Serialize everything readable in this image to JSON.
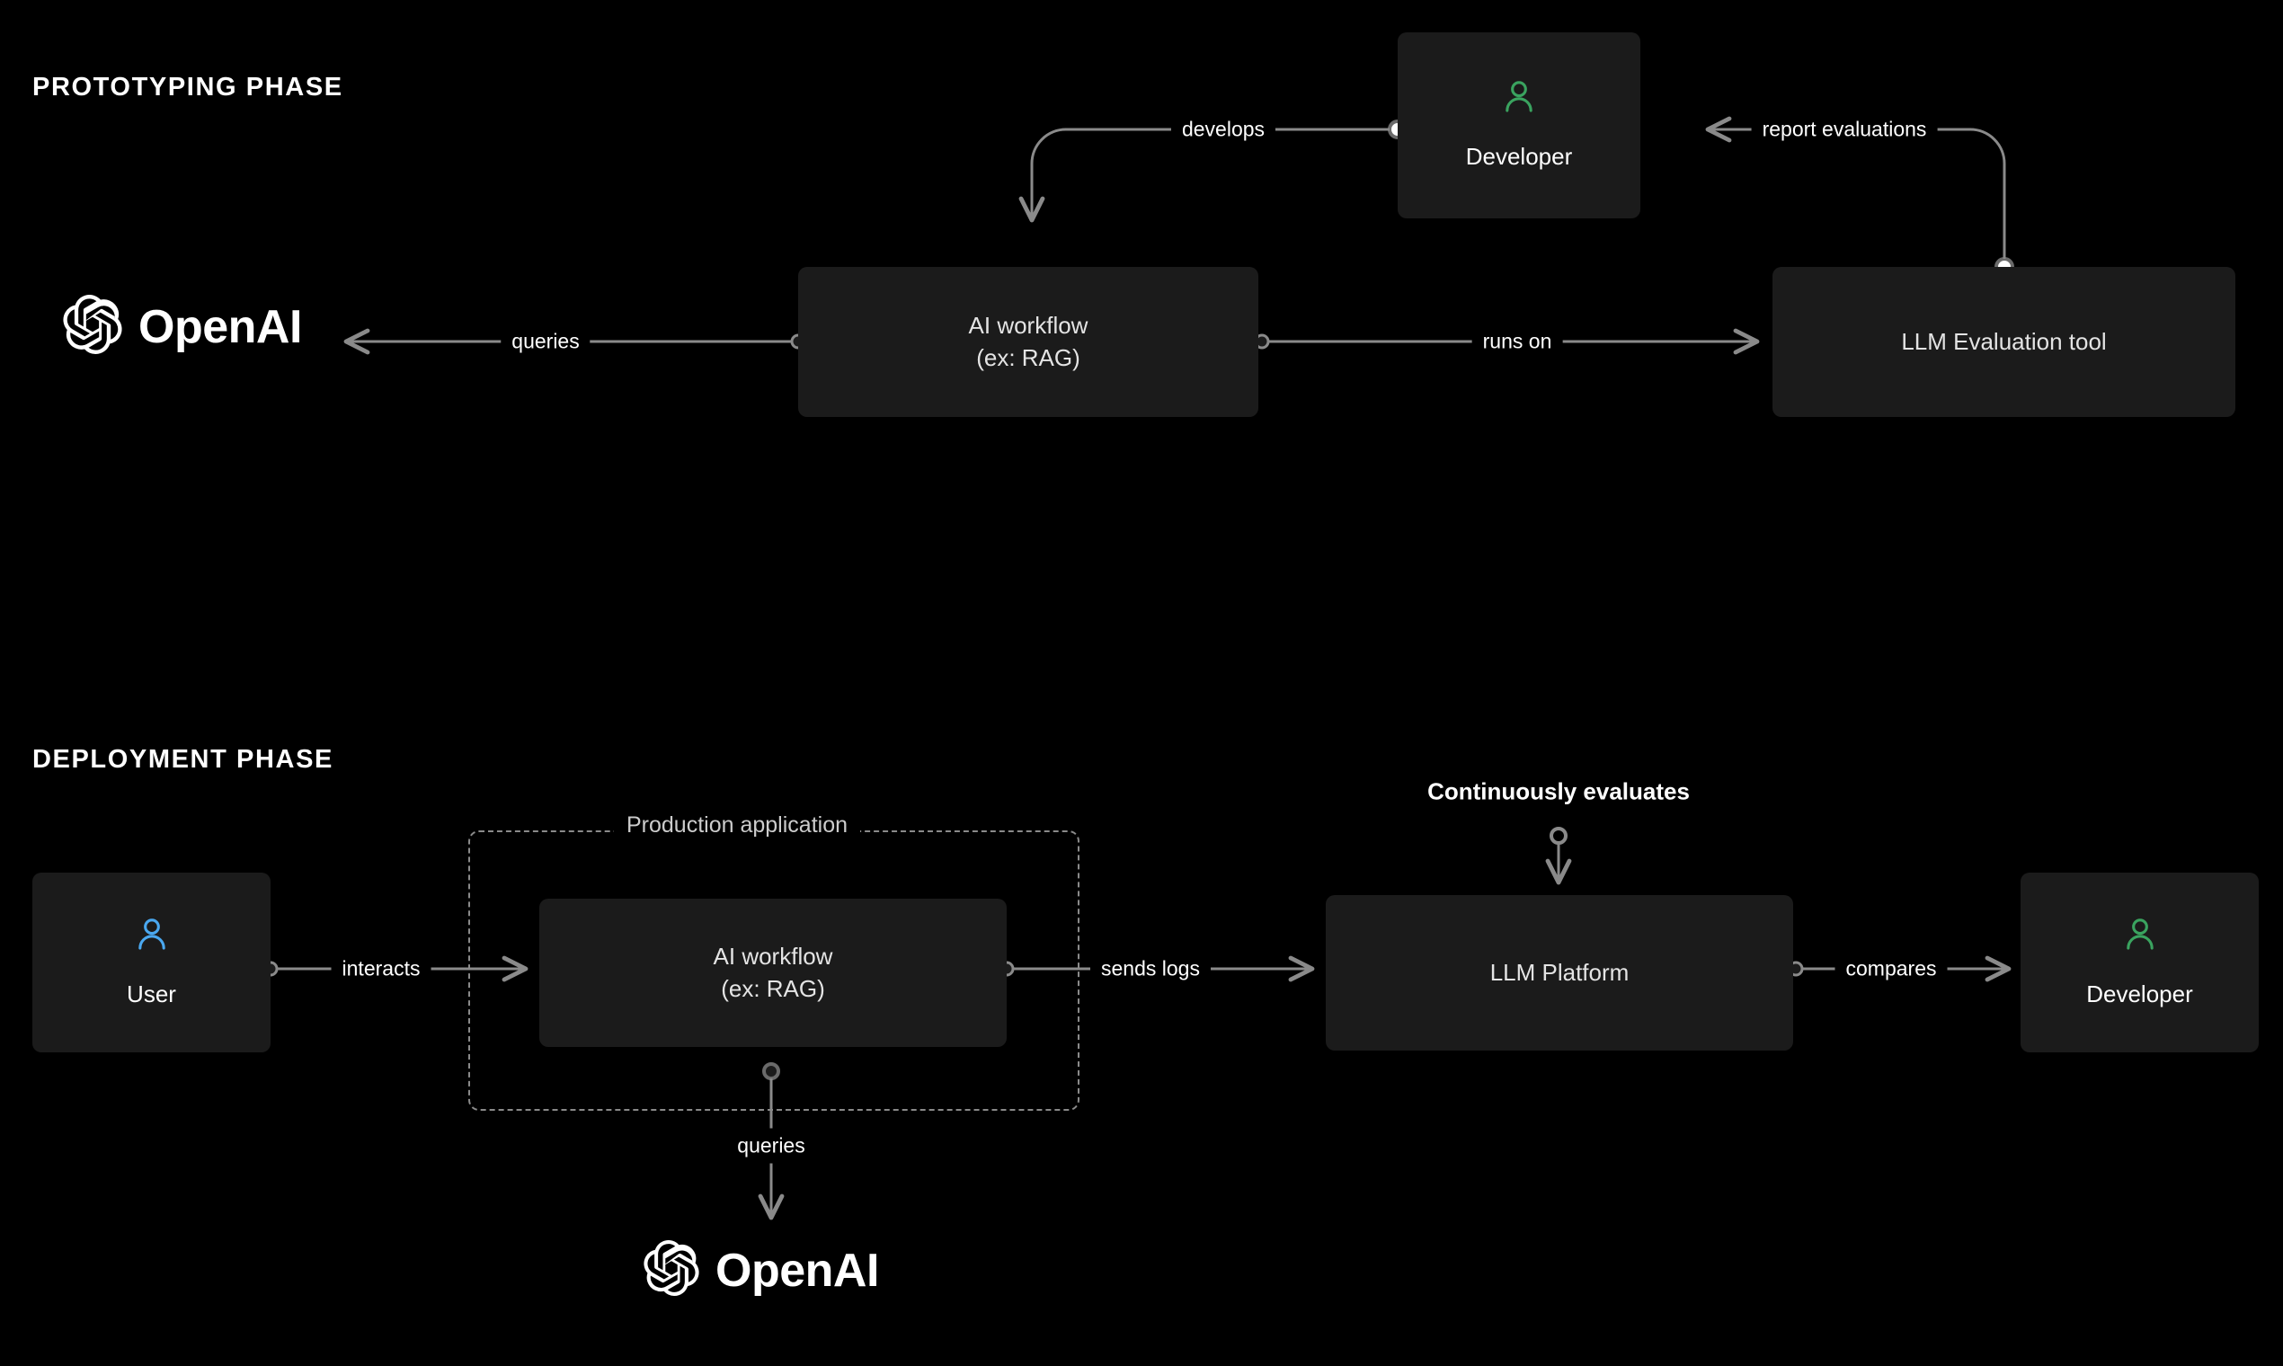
{
  "diagram": {
    "background_color": "#000000",
    "node_color": "#1b1b1b",
    "edge_color": "#8a8a8a",
    "developer_icon_color": "#3aa35f",
    "user_icon_color": "#4aa8f0"
  },
  "phases": {
    "prototyping": {
      "title": "PROTOTYPING PHASE"
    },
    "deployment": {
      "title": "DEPLOYMENT PHASE"
    }
  },
  "nodes": {
    "openai_proto": {
      "label": "OpenAI",
      "icon": "openai-logo-icon"
    },
    "ai_workflow_proto": {
      "label": "AI workflow\n(ex: RAG)"
    },
    "developer_proto": {
      "label": "Developer",
      "icon": "person-icon"
    },
    "llm_eval_tool": {
      "label": "LLM Evaluation tool"
    },
    "user": {
      "label": "User",
      "icon": "person-icon"
    },
    "ai_workflow_prod": {
      "label": "AI workflow\n(ex: RAG)"
    },
    "llm_platform": {
      "label": "LLM Platform"
    },
    "developer_deploy": {
      "label": "Developer",
      "icon": "person-icon"
    },
    "openai_deploy": {
      "label": "OpenAI",
      "icon": "openai-logo-icon"
    }
  },
  "groups": {
    "production_application": {
      "label": "Production application"
    }
  },
  "edges": {
    "queries_proto": {
      "label": "queries"
    },
    "develops": {
      "label": "develops"
    },
    "runs_on": {
      "label": "runs on"
    },
    "report_evaluations": {
      "label": "report evaluations"
    },
    "interacts": {
      "label": "interacts"
    },
    "queries_deploy": {
      "label": "queries"
    },
    "sends_logs": {
      "label": "sends logs"
    },
    "compares": {
      "label": "compares"
    },
    "continuously_evaluates": {
      "label": "Continuously evaluates"
    }
  }
}
